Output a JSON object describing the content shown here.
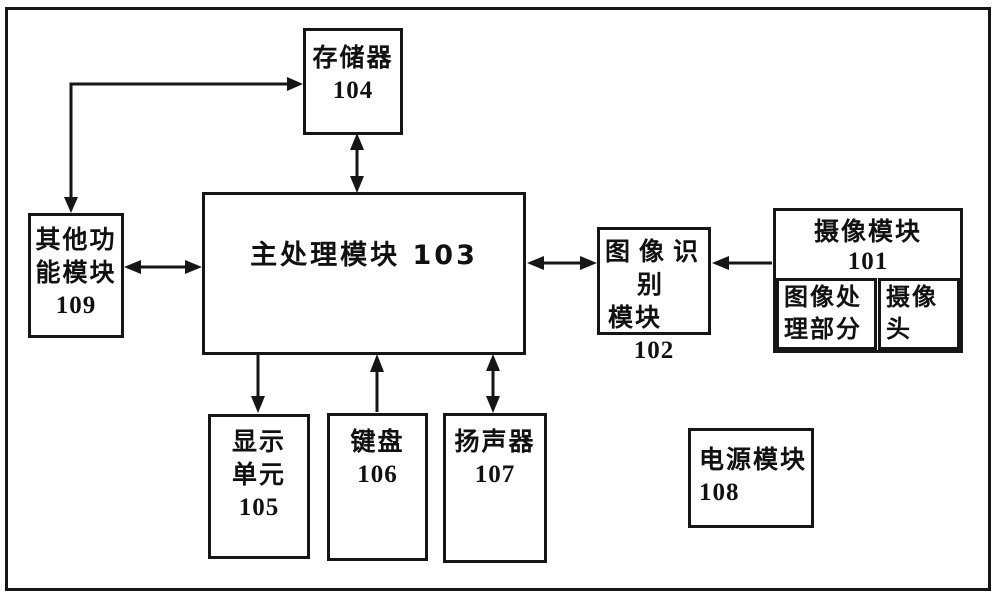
{
  "diagram": {
    "type": "block-diagram",
    "colors": {
      "line": "#161616",
      "background": "#ffffff"
    },
    "nodes": {
      "memory": {
        "name": "存储器",
        "ref": "104"
      },
      "main_processing": {
        "label": "主处理模块 103"
      },
      "other_functions": {
        "line1": "其他功",
        "line2": "能模块",
        "ref": "109"
      },
      "image_recognition": {
        "line1": "图像识别",
        "line2": "模块",
        "ref": "102"
      },
      "camera_module": {
        "name": "摄像模块",
        "ref": "101",
        "image_processing_part": {
          "line1": "图像处",
          "line2": "理部分"
        },
        "camera_head": "摄像头"
      },
      "display_unit": {
        "line1": "显示",
        "line2": "单元",
        "ref": "105"
      },
      "keyboard": {
        "name": "键盘",
        "ref": "106"
      },
      "speaker": {
        "name": "扬声器",
        "ref": "107"
      },
      "power_module": {
        "name": "电源模块",
        "ref": "108"
      }
    },
    "edges": [
      {
        "from": "其他功能模块 109",
        "to": "存储器 104",
        "direction": "both",
        "route": "L-shaped"
      },
      {
        "from": "存储器 104",
        "to": "主处理模块 103",
        "direction": "both"
      },
      {
        "from": "其他功能模块 109",
        "to": "主处理模块 103",
        "direction": "both"
      },
      {
        "from": "主处理模块 103",
        "to": "图像识别模块 102",
        "direction": "both"
      },
      {
        "from": "摄像模块 101",
        "to": "图像识别模块 102",
        "direction": "one-way"
      },
      {
        "from": "主处理模块 103",
        "to": "显示单元 105",
        "direction": "one-way"
      },
      {
        "from": "键盘 106",
        "to": "主处理模块 103",
        "direction": "one-way"
      },
      {
        "from": "主处理模块 103",
        "to": "扬声器 107",
        "direction": "both"
      }
    ]
  }
}
